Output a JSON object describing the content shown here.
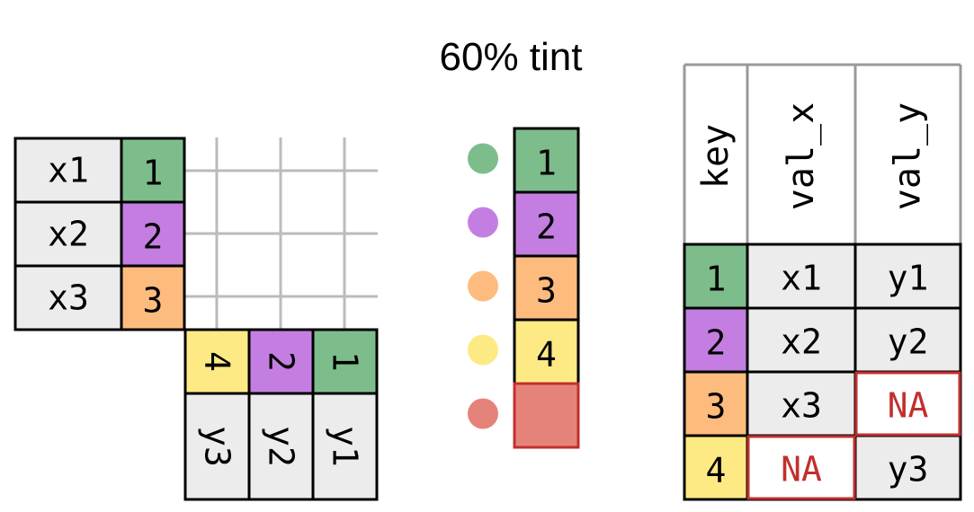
{
  "title": "60% tint",
  "colors": {
    "green": "#7dbd8c",
    "purple": "#c47ee2",
    "orange": "#fdbc7d",
    "yellow": "#feea84",
    "red": "#e5837b",
    "cell_gray": "#ececec",
    "grid_gray": "#bbbbbb",
    "border": "#000000",
    "na_border": "#c0302e",
    "na_text": "#c0302e"
  },
  "x_table": {
    "rows": [
      {
        "val": "x1",
        "key": "1",
        "color": "green"
      },
      {
        "val": "x2",
        "key": "2",
        "color": "purple"
      },
      {
        "val": "x3",
        "key": "3",
        "color": "orange"
      }
    ]
  },
  "y_table": {
    "cols": [
      {
        "key": "4",
        "val": "y3",
        "color": "yellow"
      },
      {
        "key": "2",
        "val": "y2",
        "color": "purple"
      },
      {
        "key": "1",
        "val": "y1",
        "color": "green"
      }
    ]
  },
  "legend": {
    "items": [
      {
        "key": "1",
        "color": "green"
      },
      {
        "key": "2",
        "color": "purple"
      },
      {
        "key": "3",
        "color": "orange"
      },
      {
        "key": "4",
        "color": "yellow"
      },
      {
        "key": "",
        "color": "red"
      }
    ]
  },
  "result_table": {
    "headers": [
      "key",
      "val_x",
      "val_y"
    ],
    "rows": [
      {
        "key": "1",
        "color": "green",
        "val_x": "x1",
        "val_y": "y1",
        "na_x": false,
        "na_y": false
      },
      {
        "key": "2",
        "color": "purple",
        "val_x": "x2",
        "val_y": "y2",
        "na_x": false,
        "na_y": false
      },
      {
        "key": "3",
        "color": "orange",
        "val_x": "x3",
        "val_y": "NA",
        "na_x": false,
        "na_y": true
      },
      {
        "key": "4",
        "color": "yellow",
        "val_x": "NA",
        "val_y": "y3",
        "na_x": true,
        "na_y": false
      }
    ]
  }
}
